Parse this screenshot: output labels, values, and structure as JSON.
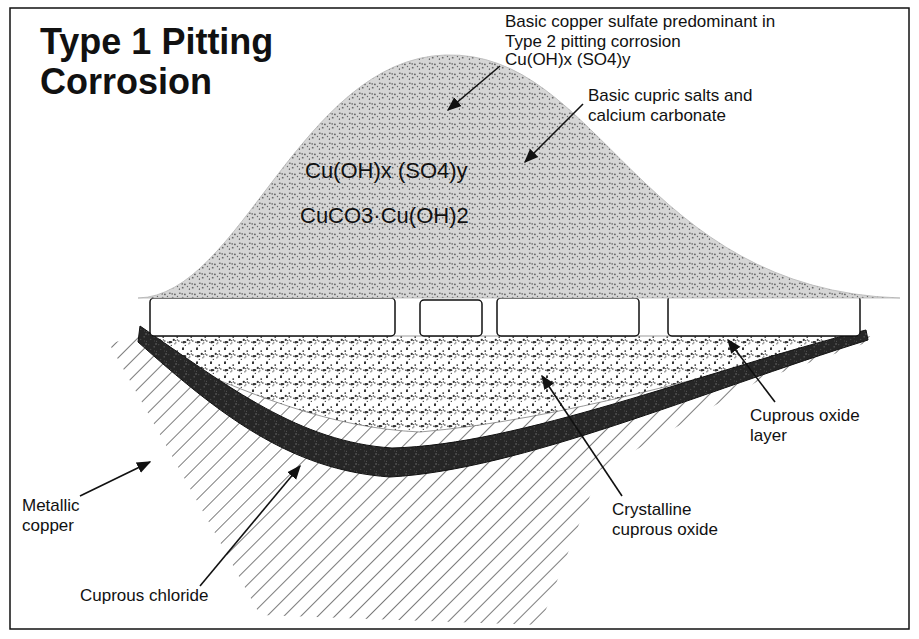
{
  "diagram": {
    "title": "Type 1 Pitting Corrosion",
    "nodes": [
      {
        "text": [
          "Cu(OH)x (SO4)y",
          "CuCO3·Cu(OH)2"
        ]
      }
    ],
    "labels": [
      "Basic copper sulfate predominant in Type 2 pitting corrosion",
      "Cu(OH)x (SO4)y",
      "Basic cupric salts and calcium carbonate",
      "Cuprous oxide layer",
      "Metallic copper",
      "Crystalline cuprous oxide",
      "Cuprous chloride"
    ]
  }
}
